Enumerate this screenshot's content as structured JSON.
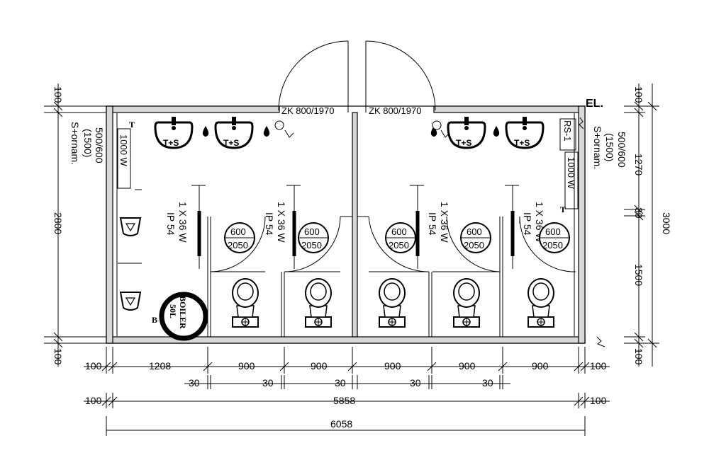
{
  "doors": {
    "left": "ZK 800/1970",
    "right": "ZK 800/1970"
  },
  "fixtures": {
    "sink_label": "T+S",
    "electrical_label": "EL.",
    "rs_label": "RS-1",
    "boiler_name": "BOILER",
    "boiler_volume": "50L",
    "boiler_b": "B",
    "heater_left": "1000 W",
    "heater_right": "1000 W",
    "t_mark": "T",
    "lamp_rating": "1 X 36 W",
    "lamp_ip": "IP 54",
    "partition_top": "600",
    "partition_bottom": "2050"
  },
  "annotations": {
    "socket_height": "500/600",
    "socket_alt_height": "(1500)",
    "socket_note": "S+ornam."
  },
  "dimensions": {
    "left_vertical": {
      "top": "100",
      "middle": "2800",
      "bottom": "100"
    },
    "right_vertical": {
      "top": "100",
      "upper": "1270",
      "gap": "30",
      "lower": "1500",
      "bottom": "100",
      "total": "3000"
    },
    "row1": [
      "100",
      "1208",
      "900",
      "900",
      "900",
      "900",
      "900",
      "100"
    ],
    "row2": [
      "30",
      "30",
      "30",
      "30",
      "30"
    ],
    "row3": {
      "left": "100",
      "middle": "5858",
      "right": "100"
    },
    "row4": "6058"
  }
}
